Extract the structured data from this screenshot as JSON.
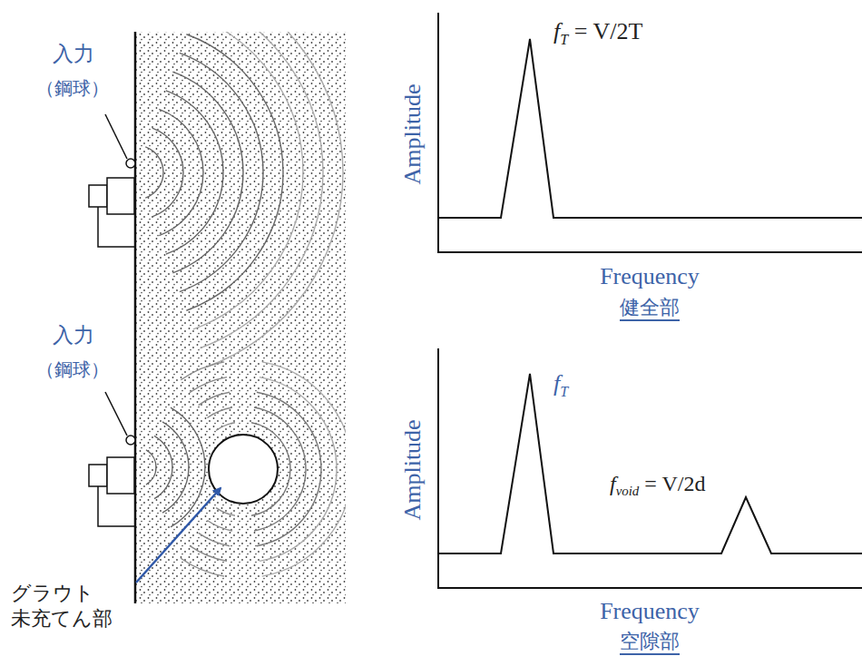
{
  "diagram": {
    "labels": [
      "入力",
      "（鋼球）",
      "入力",
      "（鋼球）",
      "グラウト 未充てん部",
      "Amplitude",
      "f",
      "T",
      "= V/2T",
      "Frequency",
      "健全部",
      "Amplitude",
      "f",
      "T",
      "f",
      "void",
      "= V/2d",
      "Frequency",
      "空隙部"
    ]
  }
}
